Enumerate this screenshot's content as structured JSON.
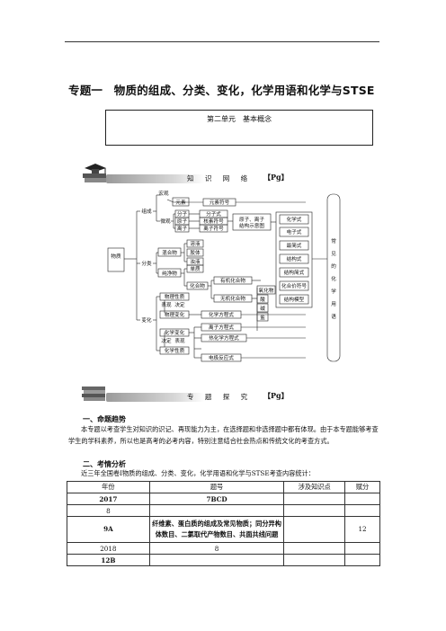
{
  "header": {
    "title": "专题一　物质的组成、分类、变化，化学用语和化学与STSE"
  },
  "unit_box": {
    "label": "第二单元　基本概念"
  },
  "banners": [
    {
      "caption": "知 识 网 络",
      "tag": "【Pg】"
    },
    {
      "caption": "专 题 探 究",
      "tag": "【Pg】"
    }
  ],
  "mindmap": {
    "root": "物质",
    "composition": {
      "label": "组成",
      "macro": "宏观",
      "micro": "微观",
      "element": "元素",
      "element_symbol": "元素符号",
      "molecule": "分子",
      "atom": "原子",
      "ion": "离子",
      "molecule_formula": "分子式",
      "nuclide_symbol": "核素符号",
      "ion_symbol": "离子符号",
      "atom_ion_diagram": [
        "原子、离子",
        "结构示意图"
      ]
    },
    "classification": {
      "label": "分类",
      "mixture": "混合物",
      "pure": "纯净物",
      "element_substance": "单质",
      "compound": "化合物",
      "dispersions": [
        "溶液",
        "胶体",
        "浊液"
      ],
      "organic": "有机化合物",
      "inorganic": "无机化合物",
      "inorganic_types": [
        "氧化物",
        "酸",
        "碱",
        "盐"
      ]
    },
    "change": {
      "label": "变化",
      "phys_prop": "物理性质",
      "phys_change": "物理变化",
      "chem_change": "化学变化",
      "chem_prop": "化学性质",
      "show": "表现",
      "decide": "决定",
      "equations": [
        "化学方程式",
        "离子方程式",
        "热化学方程式",
        "电极反应式"
      ]
    },
    "formulas": [
      "化学式",
      "电子式",
      "最简式",
      "结构式",
      "结构简式",
      "化合价符号",
      "结构模型"
    ],
    "side_title": [
      "常",
      "见",
      "的",
      "化",
      "学",
      "用",
      "语"
    ]
  },
  "section1": {
    "heading": "一、命题趋势",
    "text": "本专题以考查学生对知识的识记、再现能力为主，在选择题和非选择题中都有体现。由于本专题能够考查学生的学科素养，所以也是高考的必考内容，特别注意结合社会热点和传统文化的考查方式。"
  },
  "section2": {
    "heading": "二、考情分析",
    "intro": "近三年全国卷Ⅰ物质的组成、分类、变化，化学用语和化学与STSE考查内容统计："
  },
  "table": {
    "headers": [
      "年份",
      "题号",
      "涉及知识点",
      "赋分"
    ],
    "rows": [
      {
        "year": "2017",
        "q": "7BCD",
        "topic": "",
        "score": "",
        "bold": true,
        "tall": false
      },
      {
        "year": "8",
        "q": "",
        "topic": "",
        "score": "",
        "bold": false,
        "tall": false
      },
      {
        "year": "9A",
        "q": "纤维素、蛋白质的组成及常见物质；同分异构体数目、二氯取代产物数目、共面共线问题",
        "topic": "",
        "score": "12",
        "bold": true,
        "tall": true
      },
      {
        "year": "2018",
        "q": "8",
        "topic": "",
        "score": "",
        "bold": false,
        "tall": false
      },
      {
        "year": "12B",
        "q": "",
        "topic": "",
        "score": "",
        "bold": true,
        "tall": false
      }
    ]
  }
}
